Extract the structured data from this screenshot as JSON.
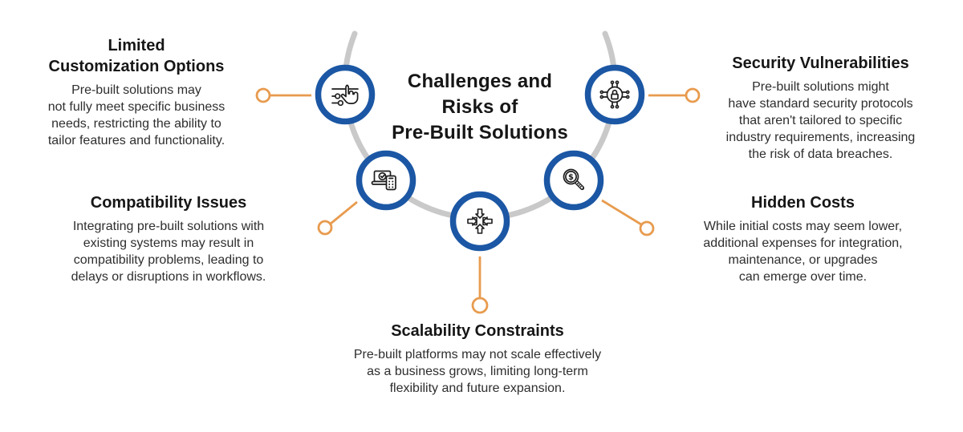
{
  "title": "Challenges and\nRisks of\nPre-Built Solutions",
  "items": [
    {
      "id": "limited-customization",
      "title": "Limited\nCustomization Options",
      "body": "Pre-built solutions may\nnot fully meet specific business\nneeds, restricting the ability to\ntailor features and functionality.",
      "icon": "customization-sliders-hand-icon"
    },
    {
      "id": "compatibility-issues",
      "title": "Compatibility Issues",
      "body": "Integrating pre-built solutions with\nexisting systems may result in\ncompatibility problems, leading to\ndelays or disruptions in workflows.",
      "icon": "devices-compatibility-icon"
    },
    {
      "id": "scalability-constraints",
      "title": "Scalability Constraints",
      "body": "Pre-built platforms may not scale effectively\nas a business grows, limiting long-term\nflexibility and future expansion.",
      "icon": "inward-arrows-icon"
    },
    {
      "id": "hidden-costs",
      "title": "Hidden Costs",
      "body": "While initial costs may seem lower,\nadditional expenses for integration,\nmaintenance, or upgrades\ncan emerge over time.",
      "icon": "magnifier-dollar-icon"
    },
    {
      "id": "security-vulnerabilities",
      "title": "Security Vulnerabilities",
      "body": "Pre-built solutions might\nhave standard security protocols\nthat aren't tailored to specific\nindustry requirements, increasing\nthe risk of data breaches.",
      "icon": "cyber-lock-icon"
    }
  ],
  "icon_dollar_glyph": "$",
  "colors": {
    "node_blue": "#1b57a4",
    "connector_orange": "#e89b4e",
    "arc_gray": "#c9c9c9",
    "heading_text": "#161616",
    "body_text": "#2e2e2e"
  }
}
